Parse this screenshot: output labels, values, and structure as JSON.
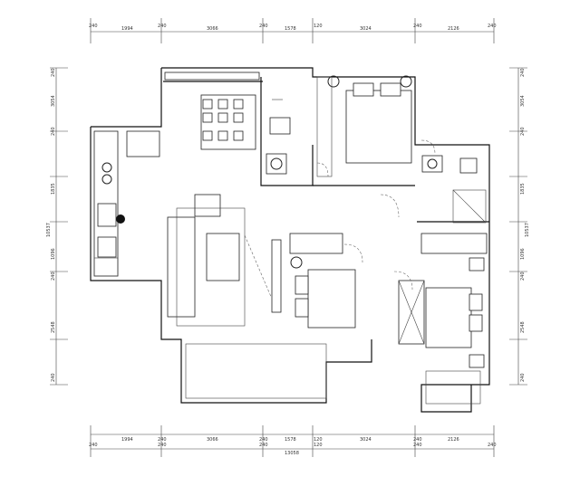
{
  "dimensions": {
    "top_inner": [
      "240",
      "1994",
      "240",
      "3066",
      "240",
      "1578",
      "120",
      "3024",
      "240",
      "2126",
      "240"
    ],
    "bottom_inner": [
      "1994",
      "240",
      "3066",
      "240",
      "1578",
      "120",
      "3024",
      "240",
      "2126"
    ],
    "bottom_outer": [
      "240",
      "240",
      "240",
      "120",
      "240",
      "240"
    ],
    "bottom_total": "13058",
    "left": [
      "240",
      "3054",
      "240",
      "1835",
      "1096",
      "240",
      "2548",
      "240"
    ],
    "left_total": "10537",
    "right": [
      "240",
      "3054",
      "240",
      "1835",
      "1096",
      "240",
      "2548",
      "240"
    ],
    "right_total": "10537"
  }
}
